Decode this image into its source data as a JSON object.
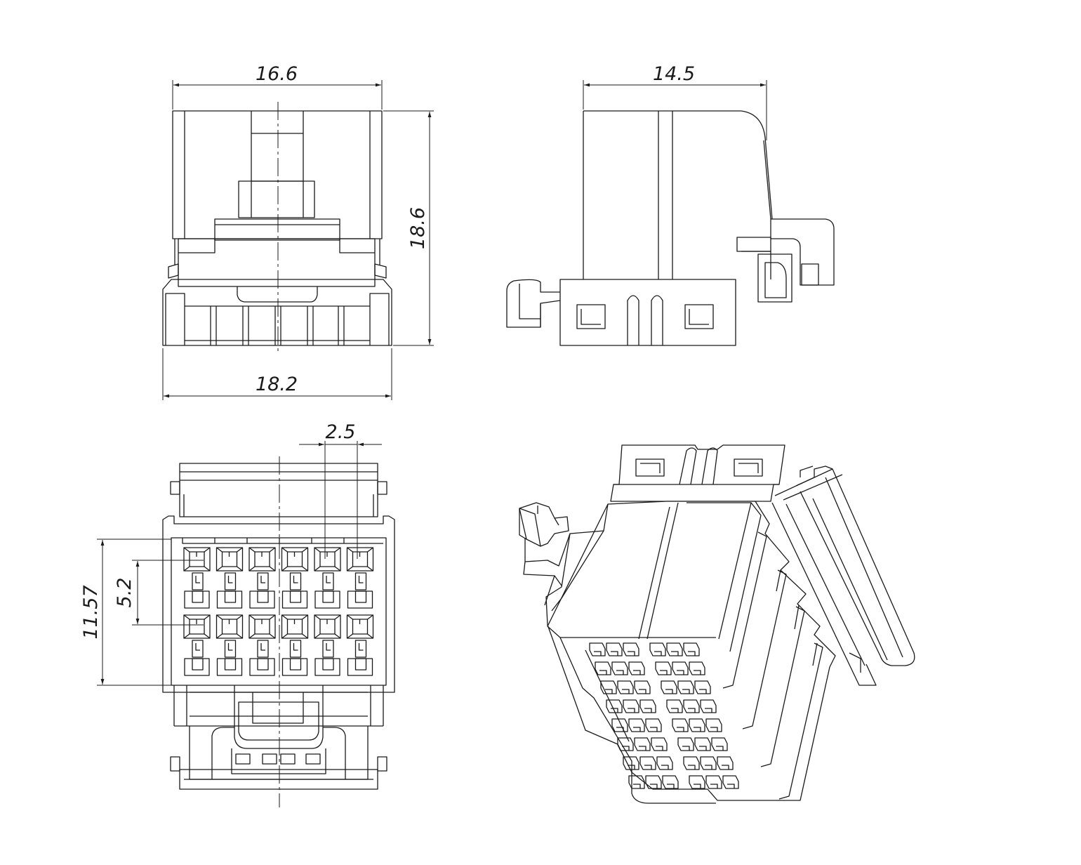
{
  "drawing": {
    "views": {
      "front": {
        "dims": {
          "top_width": "16.6",
          "height": "18.6",
          "bottom_width": "18.2"
        }
      },
      "side": {
        "dims": {
          "top_width": "14.5"
        }
      },
      "mating_face": {
        "dims": {
          "pitch": "2.5",
          "row_pitch": "5.2",
          "grid_height": "11.57"
        },
        "columns": 6,
        "rows": 4
      },
      "isometric": {}
    },
    "line_color": "#1a1a1a",
    "background": "#ffffff"
  }
}
